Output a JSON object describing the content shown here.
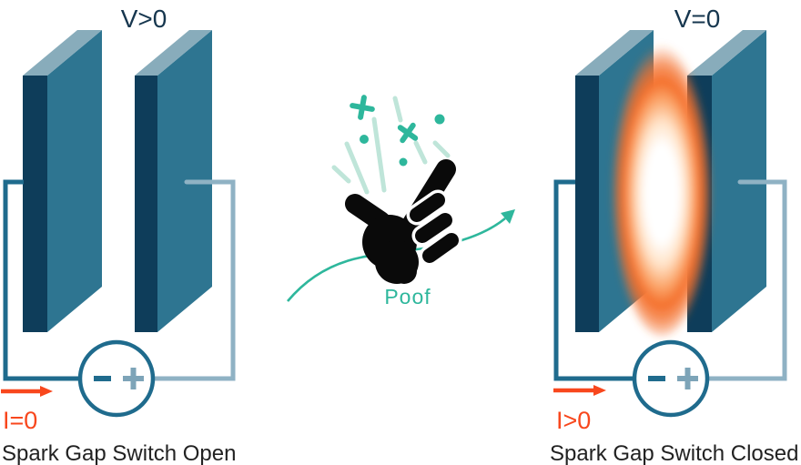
{
  "figure": {
    "left": {
      "voltage_label": "V>0",
      "current_label": "I=0",
      "caption": "Spark Gap Switch Open"
    },
    "middle": {
      "poof_label": "Poof"
    },
    "right": {
      "voltage_label": "V=0",
      "current_label": "I>0",
      "caption": "Spark Gap Switch Closed"
    }
  },
  "colors": {
    "background": "#ffffff",
    "plate_front": "#0e3d5a",
    "plate_side": "#2e7591",
    "plate_top": "#88acbb",
    "wire_dark": "#1f6b8d",
    "wire_light": "#8fb2c4",
    "plus_sign": "#7da4b8",
    "current_red": "#f8471d",
    "label_navy": "#16364e",
    "ink": "#222222",
    "spark_teal": "#2eb79c",
    "spark_mint": "#bfe5d9",
    "glow_orange": "#f4702c",
    "glow_core": "#ffffff",
    "hand_black": "#0a0a0a"
  }
}
